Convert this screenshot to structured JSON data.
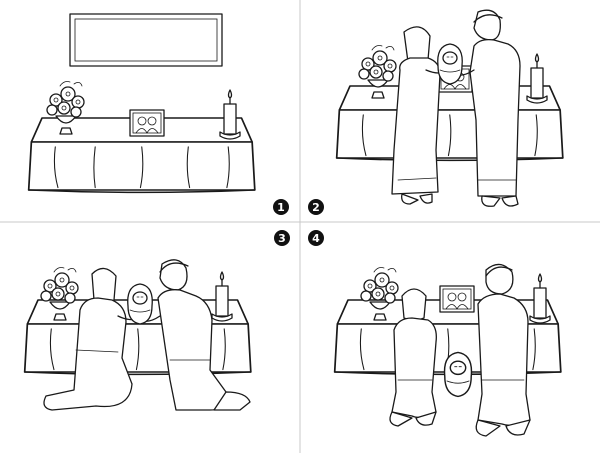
{
  "panels": [
    {
      "step": "1",
      "scene": "altar-with-portrait"
    },
    {
      "step": "2",
      "scene": "parents-presenting-baby"
    },
    {
      "step": "3",
      "scene": "parents-kneeling-holding-baby"
    },
    {
      "step": "4",
      "scene": "parents-bowing-baby-before-altar"
    }
  ],
  "colors": {
    "ink": "#1a1a1a",
    "badge": "#111111",
    "divider": "#c9c9c9"
  }
}
